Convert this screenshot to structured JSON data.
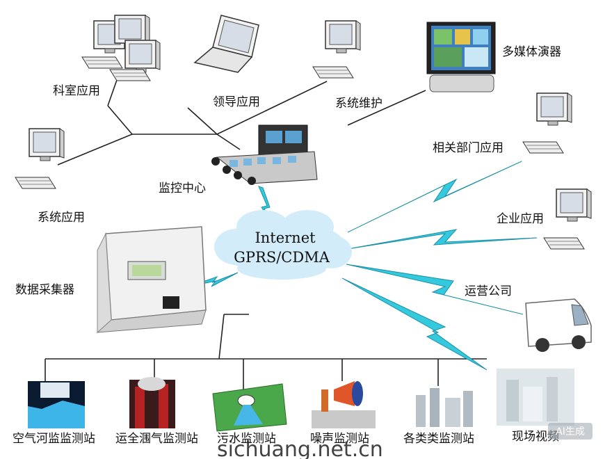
{
  "cloud": {
    "line1": "Internet",
    "line2": "GPRS/CDMA"
  },
  "nodes": {
    "keshi": "科室应用",
    "lingdao": "领导应用",
    "xitong_weihu": "系统维护",
    "duomeiti": "多媒体演器",
    "xitong_yingyong": "系统应用",
    "jiankong": "监控中心",
    "xiangguan": "相关部门应用",
    "qiye": "企业应用",
    "yunying": "运营公司",
    "caijiqi": "数据采集器",
    "xianchang": "现场视频"
  },
  "stations": [
    "空气河监监测站",
    "运全涠气监测站",
    "污水监测站",
    "噪声监测站",
    "各类类监测站"
  ],
  "watermark": {
    "site": "sichuang.net.cn",
    "corner": "AI生成"
  },
  "colors": {
    "lightning": "#35c9dd",
    "cloud": "#d3ecfa",
    "line": "#222222"
  }
}
